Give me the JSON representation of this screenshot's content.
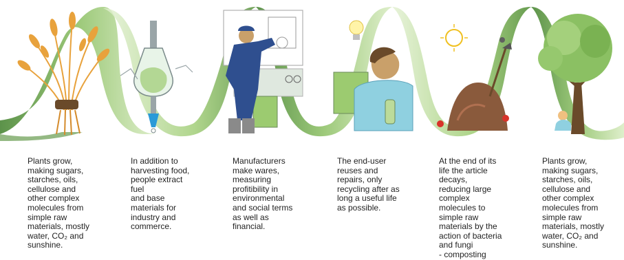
{
  "stages": [
    {
      "id": "grow",
      "text": "Plants grow,\nmaking sugars,\nstarches, oils,\ncellulose and\nother complex\nmolecules from\nsimple raw\nmaterials, mostly\nwater, CO₂ and\nsunshine."
    },
    {
      "id": "harvest",
      "text": "In addition to\nharvesting food,\npeople extract\nfuel\nand base\nmaterials for\nindustry and\ncommerce."
    },
    {
      "id": "manufacture",
      "text": "Manufacturers\nmake wares,\nmeasuring\nprofitibility in\nenvironmental\nand social terms\nas well as\nfinancial."
    },
    {
      "id": "use",
      "text": "The end-user\nreuses and\nrepairs, only\nrecycling after as\nlong a useful life\nas possible."
    },
    {
      "id": "decay",
      "text": "At the end of its\nlife the article\ndecays,\nreducing large\ncomplex\nmolecules to\nsimple raw\nmaterials by the\naction of bacteria\nand fungi\n- composting"
    },
    {
      "id": "regrow",
      "text": "Plants grow,\nmaking sugars,\nstarches, oils,\ncellulose and\nother complex\nmolecules from\nsimple raw\nmaterials, mostly\nwater, CO₂ and\nsunshine."
    }
  ],
  "colors": {
    "ribbon": "#5f9e3c",
    "ribbon_light": "#bcdb9a",
    "wheat": "#e8a23c",
    "figure": "#2f4f8f",
    "skin": "#c9a06a",
    "soil": "#8a5a3c"
  }
}
